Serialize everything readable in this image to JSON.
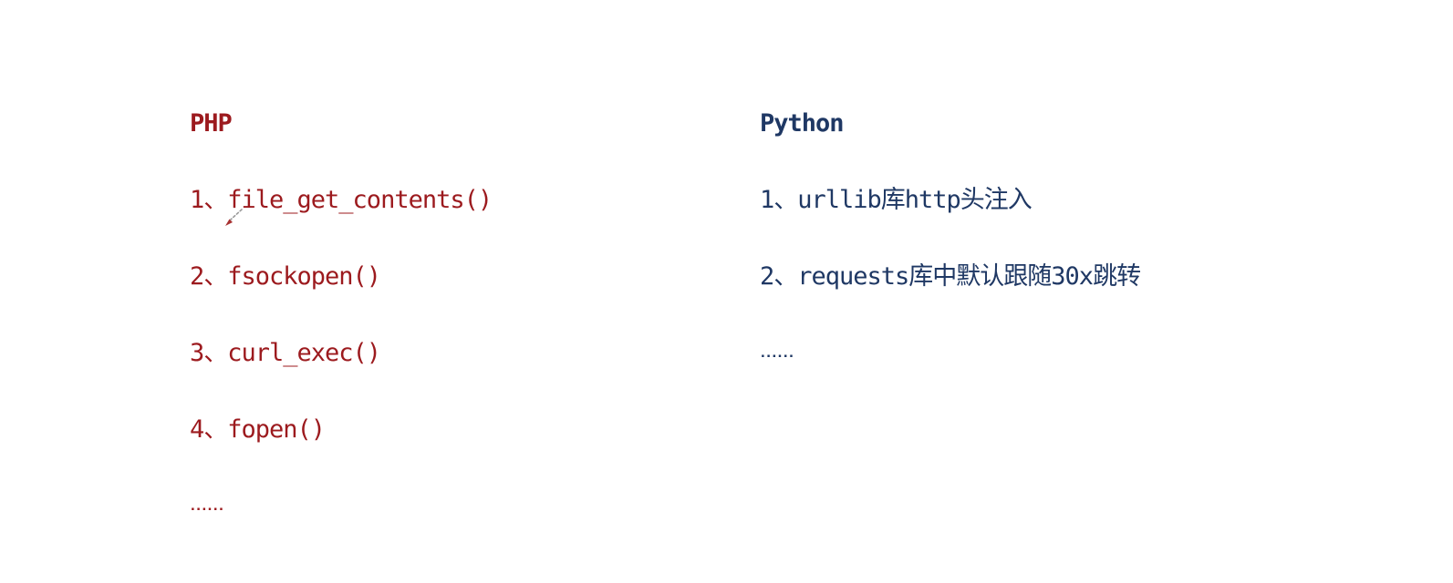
{
  "slide": {
    "background": "#ffffff",
    "columns": [
      {
        "title": "PHP",
        "accent_color": "#9C1A1E",
        "items": [
          "1、file_get_contents()",
          "2、fsockopen()",
          "3、curl_exec()",
          "4、fopen()"
        ],
        "ellipsis": "......"
      },
      {
        "title": "Python",
        "accent_color": "#1F3864",
        "items": [
          "1、urllib库http头注入",
          "2、requests库中默认跟随30x跳转"
        ],
        "ellipsis": "......"
      }
    ],
    "annotation": {
      "icon": "pen-cursor-icon",
      "tail_color": "#9a9a9a",
      "tip_color": "#a83232"
    }
  }
}
